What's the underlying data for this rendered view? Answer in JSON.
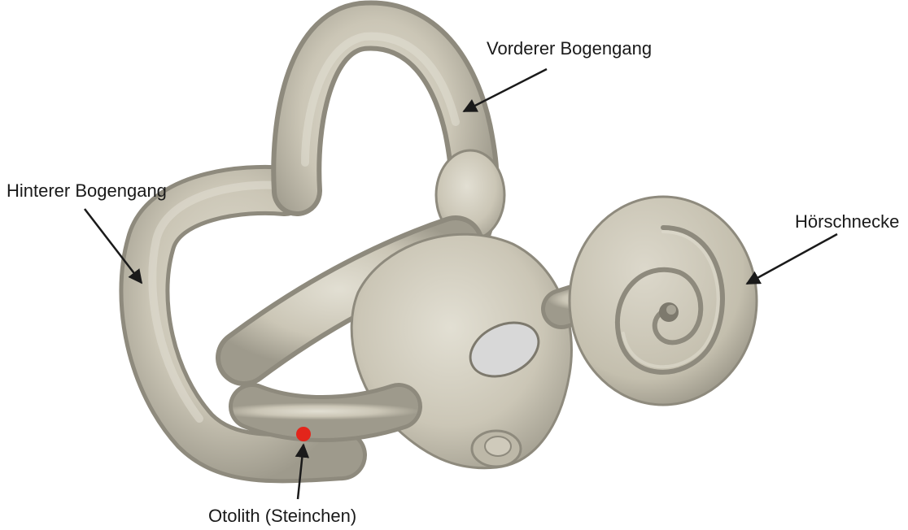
{
  "labels": {
    "anterior_canal": "Vorderer Bogengang",
    "posterior_canal": "Hinterer Bogengang",
    "cochlea": "Hörschnecke",
    "otolith": "Otolith (Steinchen)"
  },
  "colors": {
    "bone": "#cbc6b6",
    "bone_shadow": "#8e8a7d",
    "bone_highlight": "#e4e1d6",
    "window": "#d8d8d8",
    "otolith": "#e3251b",
    "arrow": "#1a1a1a"
  }
}
